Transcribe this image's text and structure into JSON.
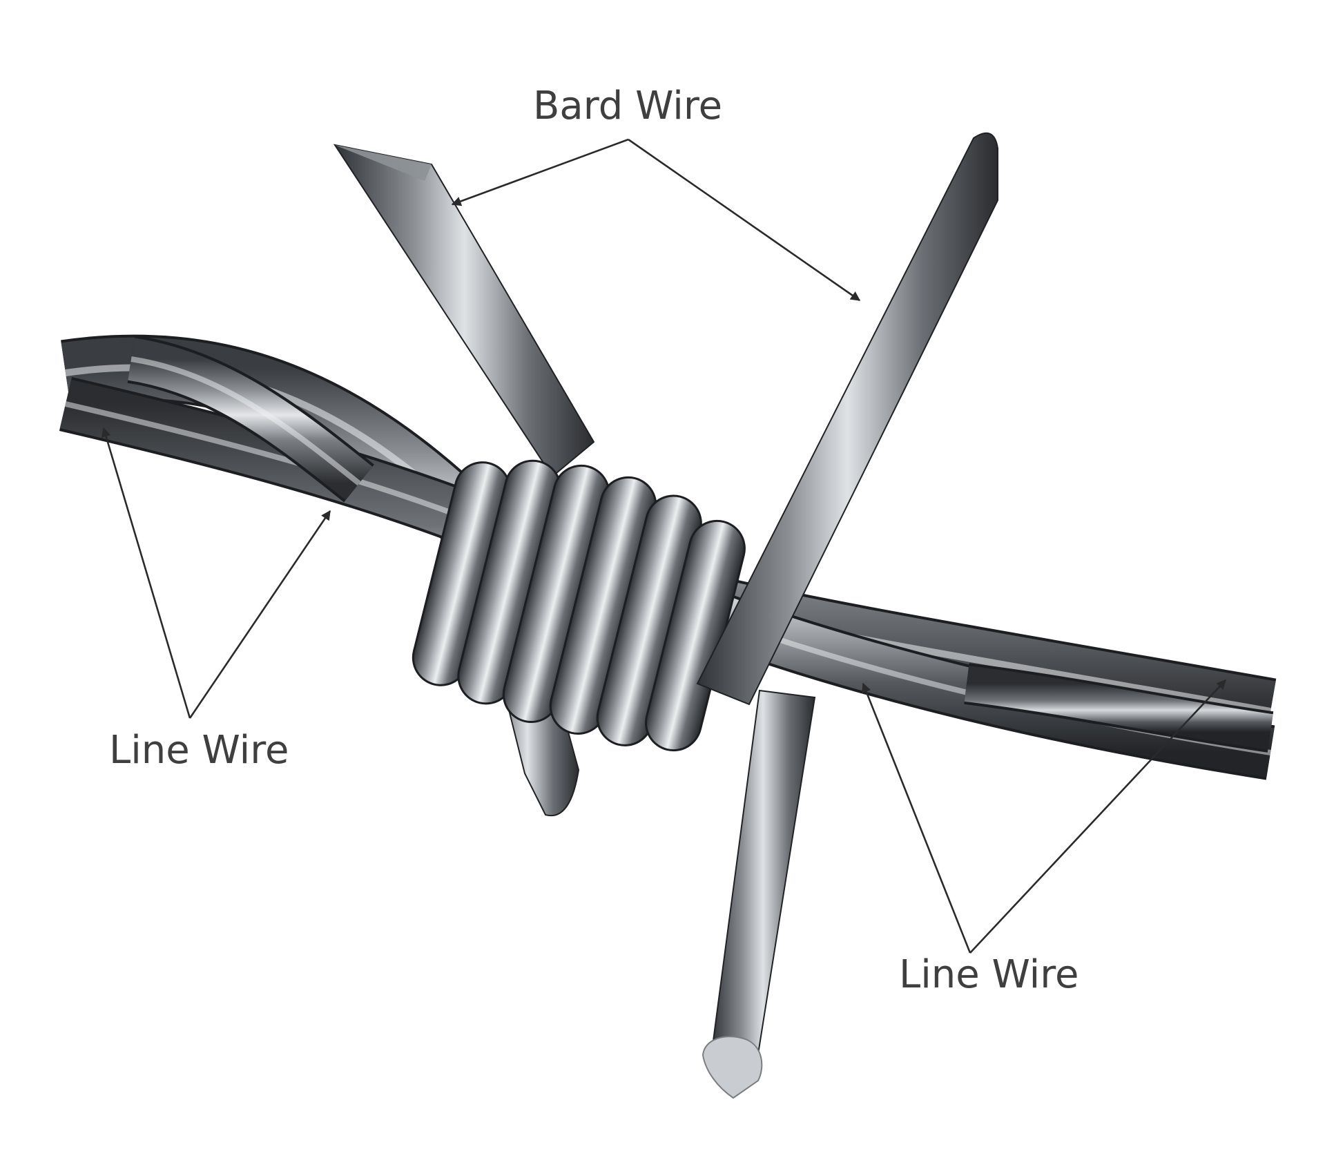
{
  "labels": {
    "barb": "Bard Wire",
    "line_left": "Line Wire",
    "line_right": "Line Wire"
  },
  "colors": {
    "background": "#ffffff",
    "label_text": "#3f3f3f",
    "leader_line": "#2a2a2a",
    "wire_dark": "#2b2d30",
    "wire_mid": "#6f7378",
    "wire_light": "#d6d9dc"
  }
}
